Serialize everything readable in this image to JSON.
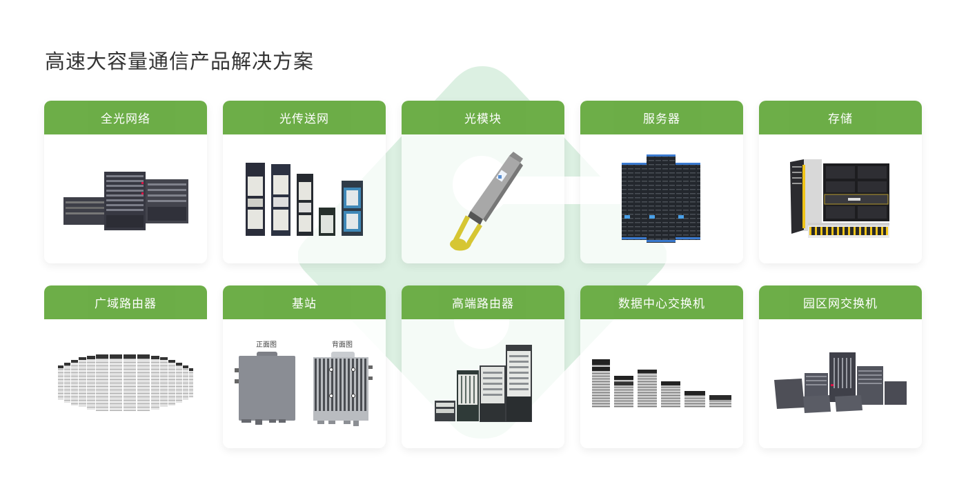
{
  "page": {
    "title": "高速大容量通信产品解决方案"
  },
  "colors": {
    "header_green": "#6aac44",
    "watermark_green": "#dff1e5",
    "title_text": "#333333"
  },
  "cards": [
    {
      "label": "全光网络",
      "image": "chassis-switch-cluster"
    },
    {
      "label": "光传送网",
      "image": "otn-rack-lineup"
    },
    {
      "label": "光模块",
      "image": "optical-transceiver-module"
    },
    {
      "label": "服务器",
      "image": "server-racks"
    },
    {
      "label": "存储",
      "image": "storage-array"
    },
    {
      "label": "广域路由器",
      "image": "router-rack-arc"
    },
    {
      "label": "基站",
      "image": "base-station-units",
      "sub_labels": [
        "正面图",
        "背面图"
      ]
    },
    {
      "label": "高端路由器",
      "image": "router-chassis-lineup"
    },
    {
      "label": "数据中心交换机",
      "image": "datacenter-switch-lineup"
    },
    {
      "label": "园区网交换机",
      "image": "campus-switch-cluster"
    }
  ]
}
